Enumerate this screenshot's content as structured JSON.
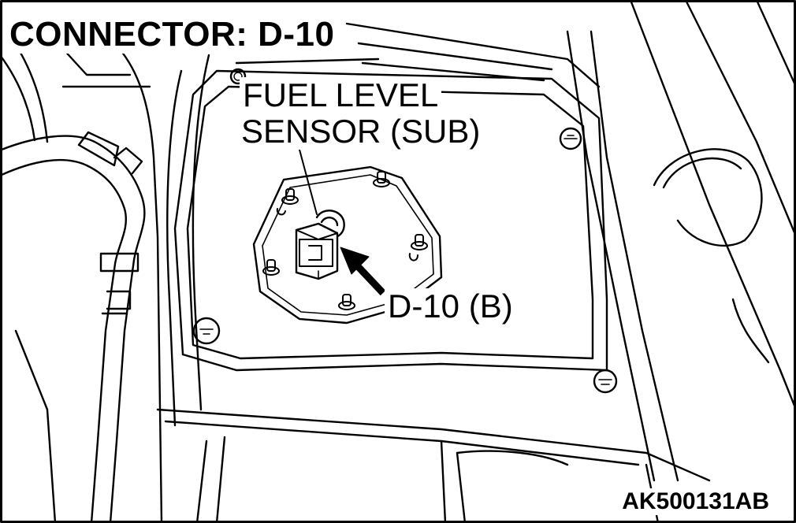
{
  "title": "CONNECTOR: D-10",
  "callouts": {
    "sensor_line1": "FUEL LEVEL",
    "sensor_line2": "SENSOR (SUB)",
    "connector": "D-10 (B)"
  },
  "figure_code": "AK500131AB",
  "colors": {
    "ink": "#000000",
    "paper": "#ffffff"
  }
}
